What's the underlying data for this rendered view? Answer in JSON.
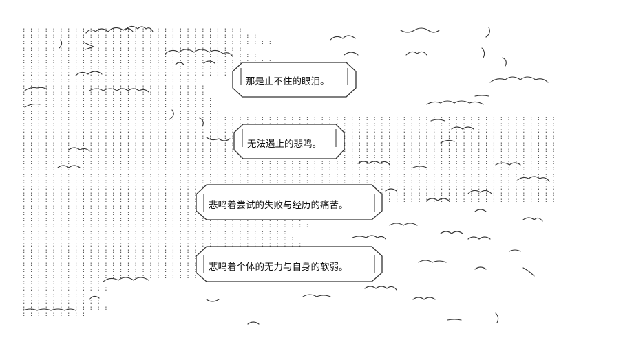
{
  "captions": [
    {
      "text": "那是止不住的眼泪。"
    },
    {
      "text": "无法遏止的悲鸣。"
    },
    {
      "text": "悲鸣着尝试的失败与经历的痛苦。"
    },
    {
      "text": "悲鸣着个体的无力与自身的软弱。"
    }
  ],
  "colors": {
    "background": "#ffffff",
    "line": "#333333",
    "dots": "#555555"
  }
}
